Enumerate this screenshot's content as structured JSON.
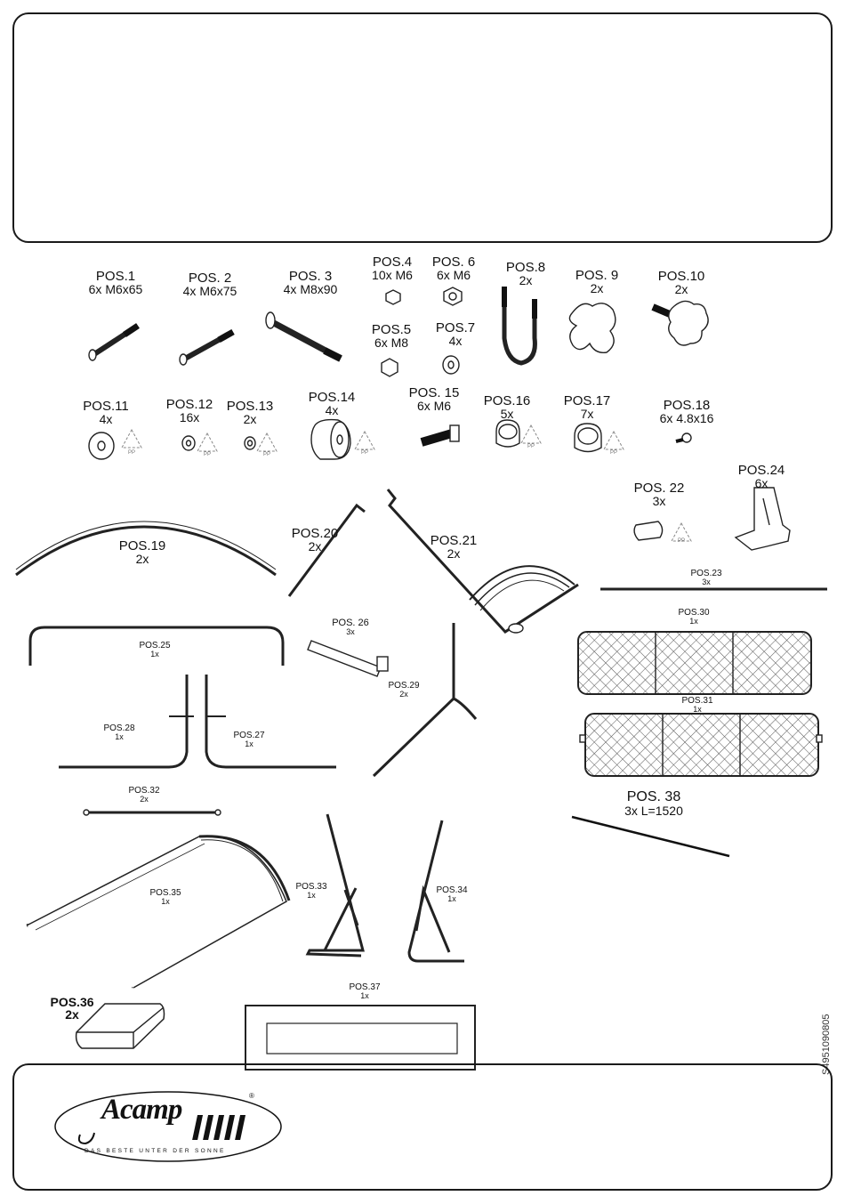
{
  "doc_number": "S4951090805",
  "brand": {
    "name": "Acamp",
    "tagline": "DAS BESTE UNTER DER SONNE",
    "registered_mark": "®"
  },
  "parts": [
    {
      "id": "pos1",
      "label": "POS.1",
      "qty": "6x M6x65"
    },
    {
      "id": "pos2",
      "label": "POS. 2",
      "qty": "4x M6x75"
    },
    {
      "id": "pos3",
      "label": "POS. 3",
      "qty": "4x M8x90"
    },
    {
      "id": "pos4",
      "label": "POS.4",
      "qty": "10x M6"
    },
    {
      "id": "pos5",
      "label": "POS.5",
      "qty": "6x M8"
    },
    {
      "id": "pos6",
      "label": "POS. 6",
      "qty": "6x M6"
    },
    {
      "id": "pos7",
      "label": "POS.7",
      "qty": "4x"
    },
    {
      "id": "pos8",
      "label": "POS.8",
      "qty": "2x"
    },
    {
      "id": "pos9",
      "label": "POS. 9",
      "qty": "2x"
    },
    {
      "id": "pos10",
      "label": "POS.10",
      "qty": "2x"
    },
    {
      "id": "pos11",
      "label": "POS.11",
      "qty": "4x"
    },
    {
      "id": "pos12",
      "label": "POS.12",
      "qty": "16x"
    },
    {
      "id": "pos13",
      "label": "POS.13",
      "qty": "2x"
    },
    {
      "id": "pos14",
      "label": "POS.14",
      "qty": "4x"
    },
    {
      "id": "pos15",
      "label": "POS. 15",
      "qty": "6x M6"
    },
    {
      "id": "pos16",
      "label": "POS.16",
      "qty": "5x"
    },
    {
      "id": "pos17",
      "label": "POS.17",
      "qty": "7x"
    },
    {
      "id": "pos18",
      "label": "POS.18",
      "qty": "6x 4.8x16"
    },
    {
      "id": "pos19",
      "label": "POS.19",
      "qty": "2x"
    },
    {
      "id": "pos20",
      "label": "POS.20",
      "qty": "2x"
    },
    {
      "id": "pos21",
      "label": "POS.21",
      "qty": "2x"
    },
    {
      "id": "pos22",
      "label": "POS. 22",
      "qty": "3x"
    },
    {
      "id": "pos23",
      "label": "POS.23",
      "qty": "3x"
    },
    {
      "id": "pos24",
      "label": "POS.24",
      "qty": "6x"
    },
    {
      "id": "pos25",
      "label": "POS.25",
      "qty": "1x"
    },
    {
      "id": "pos26",
      "label": "POS. 26",
      "qty": "3x"
    },
    {
      "id": "pos27",
      "label": "POS.27",
      "qty": "1x"
    },
    {
      "id": "pos28",
      "label": "POS.28",
      "qty": "1x"
    },
    {
      "id": "pos29",
      "label": "POS.29",
      "qty": "2x"
    },
    {
      "id": "pos30",
      "label": "POS.30",
      "qty": "1x"
    },
    {
      "id": "pos31",
      "label": "POS.31",
      "qty": "1x"
    },
    {
      "id": "pos32",
      "label": "POS.32",
      "qty": "2x"
    },
    {
      "id": "pos33",
      "label": "POS.33",
      "qty": "1x"
    },
    {
      "id": "pos34",
      "label": "POS.34",
      "qty": "1x"
    },
    {
      "id": "pos35",
      "label": "POS.35",
      "qty": "1x"
    },
    {
      "id": "pos36",
      "label": "POS.36",
      "qty": "2x"
    },
    {
      "id": "pos37",
      "label": "POS.37",
      "qty": "1x"
    },
    {
      "id": "pos38",
      "label": "POS. 38",
      "qty": "3x L=1520"
    }
  ],
  "recycle_mark": "PP"
}
